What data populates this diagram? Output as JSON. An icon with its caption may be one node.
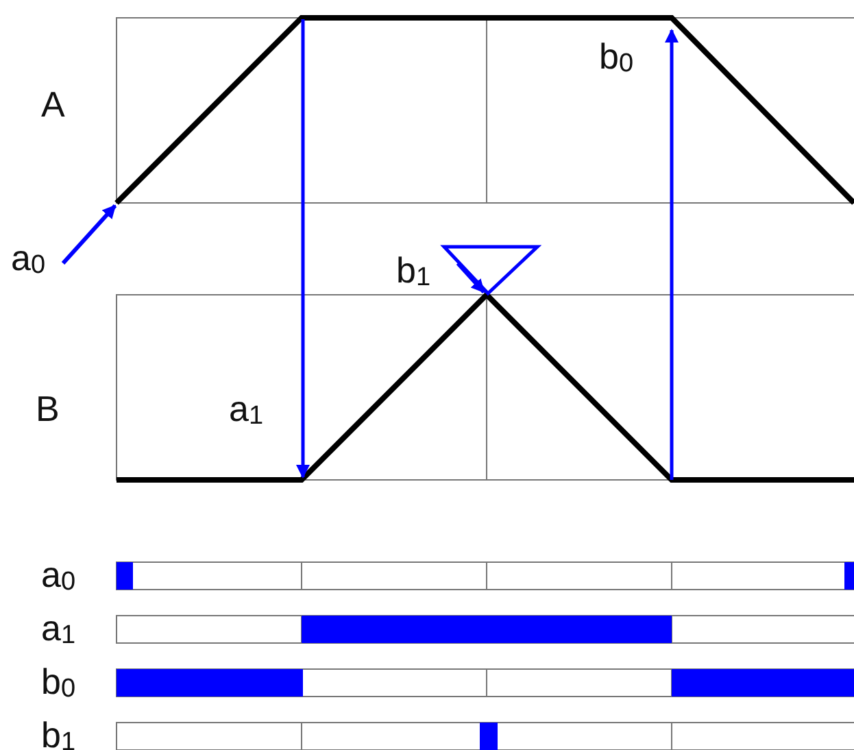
{
  "diagram": {
    "labels": [
      "A",
      "b$_{0}$",
      "a$_{0}$",
      "b$_{1}$",
      "B",
      "a$_{1}$",
      "a$_{0}$",
      "a$_{1}$",
      "b$_{0}$",
      "b$_{1}$"
    ]
  }
}
